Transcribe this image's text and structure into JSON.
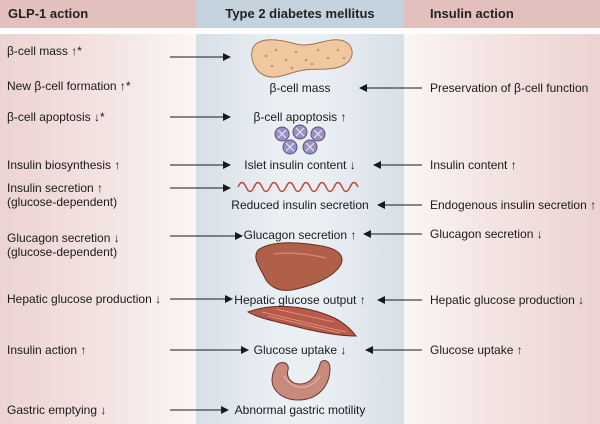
{
  "headers": {
    "left": "GLP-1 action",
    "middle": "Type 2 diabetes mellitus",
    "right": "Insulin action"
  },
  "left_items": [
    {
      "line1": "β-cell mass ↑*"
    },
    {
      "line1": "New β-cell formation ↑*"
    },
    {
      "line1": "β-cell apoptosis ↓*"
    },
    {
      "line1": "Insulin biosynthesis ↑"
    },
    {
      "line1": "Insulin secretion ↑",
      "line2": "(glucose-dependent)"
    },
    {
      "line1": "Glucagon secretion ↓",
      "line2": "(glucose-dependent)"
    },
    {
      "line1": "Hepatic glucose production ↓"
    },
    {
      "line1": "Insulin action ↑"
    },
    {
      "line1": "Gastric emptying ↓"
    }
  ],
  "middle_items": [
    "β-cell mass",
    "β-cell apoptosis ↑",
    "Islet insulin content ↓",
    "Reduced insulin secretion",
    "Glucagon secretion ↑",
    "Hepatic glucose output ↑",
    "Glucose uptake ↓",
    "Abnormal gastric motility"
  ],
  "right_items": [
    "Preservation of β-cell function",
    "Insulin content ↑",
    "Endogenous insulin secretion ↑",
    "Glucagon secretion ↓",
    "Hepatic glucose production ↓",
    "Glucose uptake ↑"
  ],
  "colors": {
    "pancreas": "#f0c8a0",
    "islet_cells": "#9a90c0",
    "insulin_wave": "#d23a2a",
    "liver": "#b06048",
    "muscle": "#b85a4a",
    "stomach": "#c88a7a"
  }
}
